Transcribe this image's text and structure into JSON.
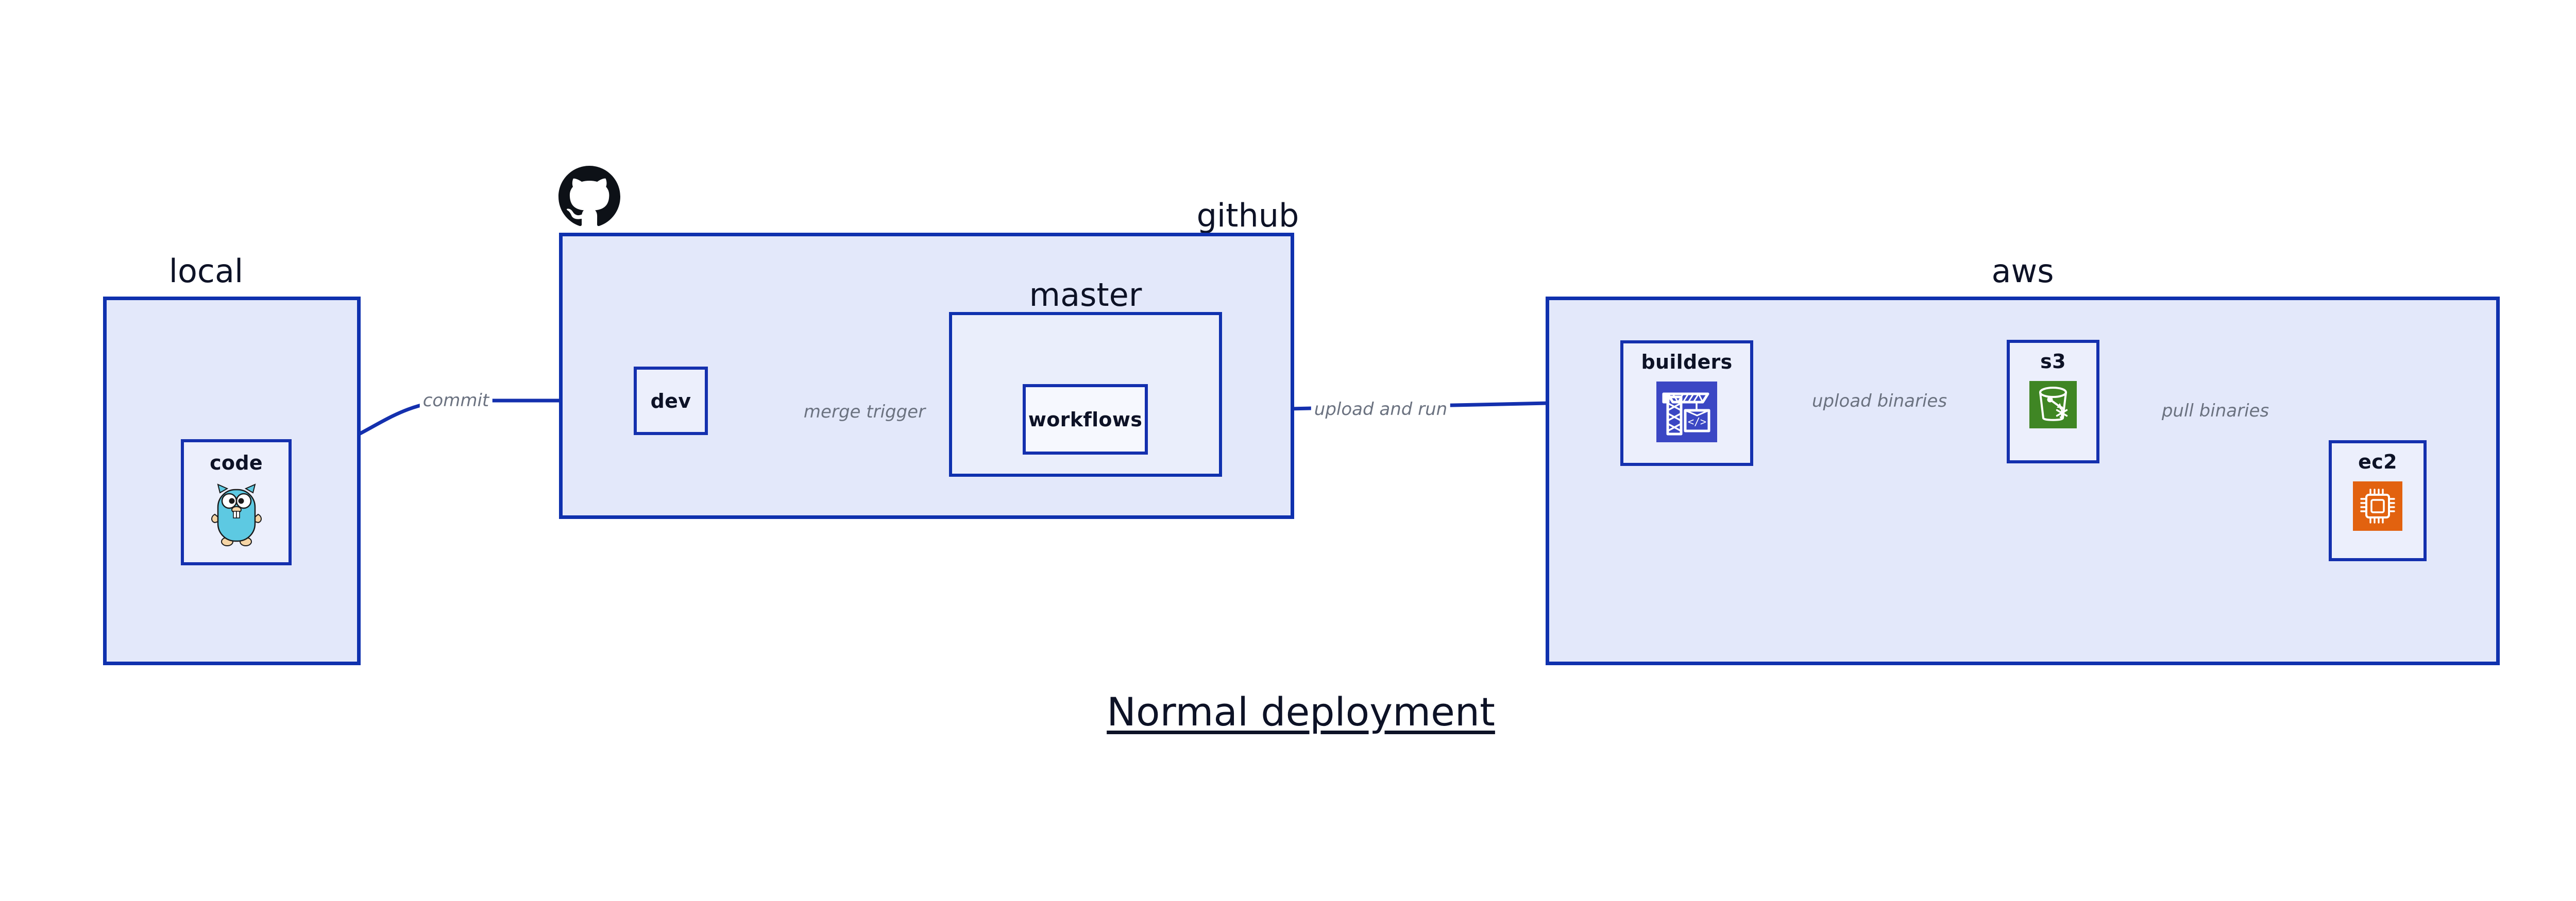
{
  "diagram": {
    "title": "Normal deployment",
    "accent_border": "#1430ae",
    "group_fill": "#e3e8fa",
    "node_fill": "#eceffc",
    "edge_label_color": "#6b7280"
  },
  "groups": [
    {
      "id": "local",
      "label": "local"
    },
    {
      "id": "github",
      "label": "github"
    },
    {
      "id": "master",
      "label": "master"
    },
    {
      "id": "aws",
      "label": "aws"
    }
  ],
  "nodes": [
    {
      "id": "code",
      "label": "code",
      "icon": "go-gopher-icon",
      "icon_color": "#5dc9e2"
    },
    {
      "id": "dev",
      "label": "dev",
      "icon": "none",
      "icon_color": ""
    },
    {
      "id": "workflows",
      "label": "workflows",
      "icon": "none",
      "icon_color": ""
    },
    {
      "id": "builders",
      "label": "builders",
      "icon": "aws-builders-icon",
      "icon_color": "#3b47c4"
    },
    {
      "id": "s3",
      "label": "s3",
      "icon": "aws-s3-icon",
      "icon_color": "#3f8624"
    },
    {
      "id": "ec2",
      "label": "ec2",
      "icon": "aws-ec2-icon",
      "icon_color": "#e2620f"
    }
  ],
  "edges": [
    {
      "id": "commit",
      "label": "commit",
      "from": "code",
      "to": "dev"
    },
    {
      "id": "merge-trigger",
      "label": "merge trigger",
      "from": "dev",
      "to": "workflows"
    },
    {
      "id": "upload-and-run",
      "label": "upload and run",
      "from": "workflows",
      "to": "builders"
    },
    {
      "id": "upload-binaries",
      "label": "upload binaries",
      "from": "builders",
      "to": "s3"
    },
    {
      "id": "pull-binaries",
      "label": "pull binaries",
      "from": "s3",
      "to": "ec2"
    }
  ],
  "logos": [
    {
      "id": "github-logo",
      "name": "github-octocat-logo",
      "color": "#0d1117"
    }
  ]
}
